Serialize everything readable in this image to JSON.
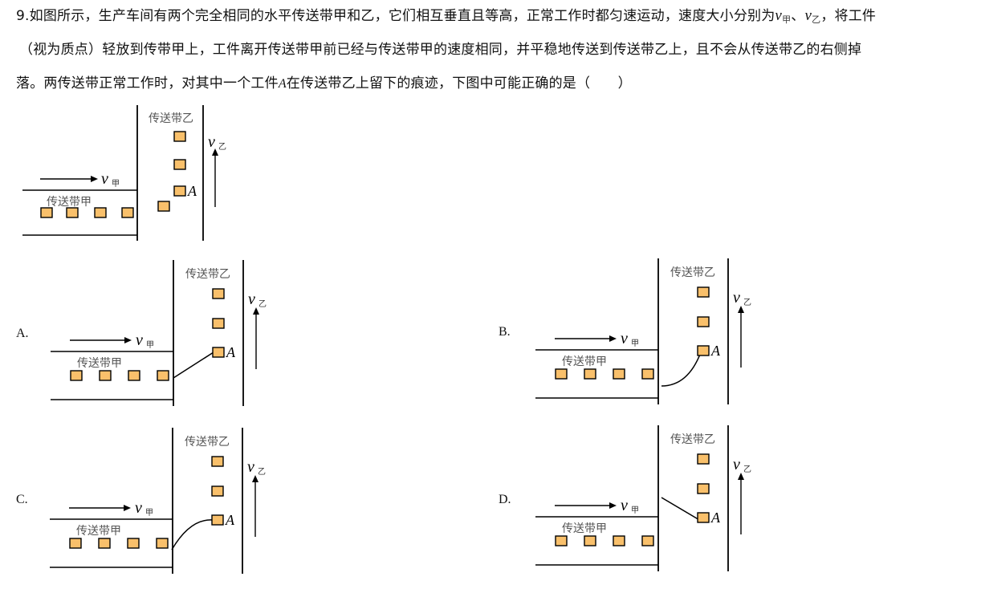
{
  "question": {
    "line1_a": "9.如图所示，生产车间有两个完全相同的水平传送带甲和乙，它们相互垂直且等高，正常工作时都匀速运动，速度大小分别为",
    "v_sym": "v",
    "sub_jia": "甲",
    "sep": "、",
    "sub_yi": "乙",
    "line1_b": "，将工件",
    "line2": "（视为质点）轻放到传带甲上，工件离开传送带甲前已经与传送带甲的速度相同，并平稳地传送到传送带乙上，且不会从传送带乙的右侧掉",
    "line3_a": "落。两传送带正常工作时，对其中一个工件",
    "line3_A": "A",
    "line3_b": "在传送带乙上留下的痕迹，下图中可能正确的是（　　）"
  },
  "figure": {
    "belt_jia_label": "传送带甲",
    "belt_yi_label": "传送带乙",
    "v_jia": "v",
    "v_jia_sub": "甲",
    "v_yi": "v",
    "v_yi_sub": "乙",
    "point_label": "A",
    "box_color": "#F9C06B"
  },
  "options": [
    {
      "label": "A.",
      "trace": "straight-up"
    },
    {
      "label": "B.",
      "trace": "curve-concave"
    },
    {
      "label": "C.",
      "trace": "curve-convex"
    },
    {
      "label": "D.",
      "trace": "straight-down"
    }
  ]
}
